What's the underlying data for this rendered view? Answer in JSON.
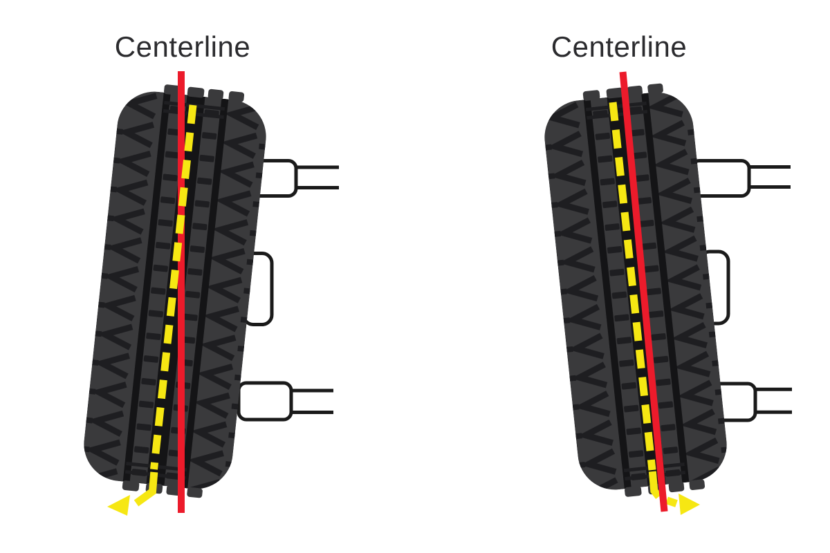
{
  "diagrams": [
    {
      "id": "left",
      "label": "Centerline",
      "arrow_direction": "left"
    },
    {
      "id": "right",
      "label": "Centerline",
      "arrow_direction": "right"
    }
  ],
  "colors": {
    "background": "#FFFFFF",
    "centerline_red": "#EC1B2B",
    "toe_yellow": "#F6E713",
    "tire_body": "#3A3A3C",
    "tire_tread": "#1E1E21",
    "tire_groove": "#141416",
    "linkage_line": "#1A1A1A",
    "label_text": "#2B2B2E"
  }
}
